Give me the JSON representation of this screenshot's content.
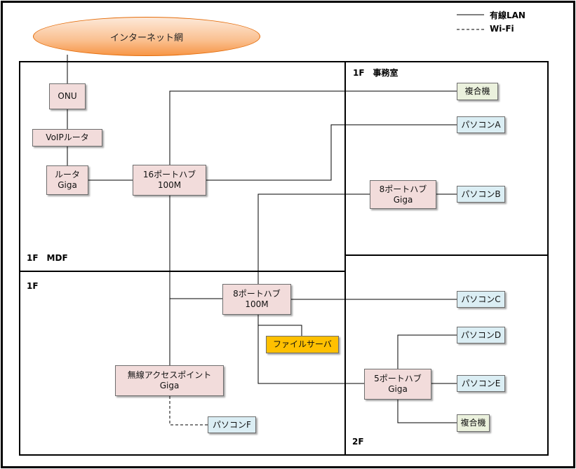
{
  "internet": "インターネット網",
  "legend": {
    "wired": "有線LAN",
    "wifi": "Wi-Fi"
  },
  "areas": {
    "mdf": "1F　MDF",
    "office": "1F　事務室",
    "floor1": "1F",
    "floor2": "2F"
  },
  "devices": {
    "onu": {
      "line1": "ONU"
    },
    "voip_router": {
      "line1": "VoIPルータ"
    },
    "router": {
      "line1": "ルータ",
      "line2": "Giga"
    },
    "hub16": {
      "line1": "16ポートハブ",
      "line2": "100M"
    },
    "hub8_office": {
      "line1": "8ポートハブ",
      "line2": "Giga"
    },
    "hub8_1f": {
      "line1": "8ポートハブ",
      "line2": "100M"
    },
    "hub5": {
      "line1": "5ポートハブ",
      "line2": "Giga"
    },
    "wireless_ap": {
      "line1": "無線アクセスポイント",
      "line2": "Giga"
    },
    "file_server": {
      "line1": "ファイルサーバ"
    },
    "mfp_office": {
      "line1": "複合機"
    },
    "mfp_2f": {
      "line1": "複合機"
    },
    "pc_a": {
      "line1": "パソコンA"
    },
    "pc_b": {
      "line1": "パソコンB"
    },
    "pc_c": {
      "line1": "パソコンC"
    },
    "pc_d": {
      "line1": "パソコンD"
    },
    "pc_e": {
      "line1": "パソコンE"
    },
    "pc_f": {
      "line1": "パソコンF"
    }
  },
  "colors": {
    "network_device": "#f2dcdb",
    "pc": "#dbeef4",
    "printer": "#ebf1dd",
    "server": "#ffc000",
    "cloud": "#f79646"
  }
}
